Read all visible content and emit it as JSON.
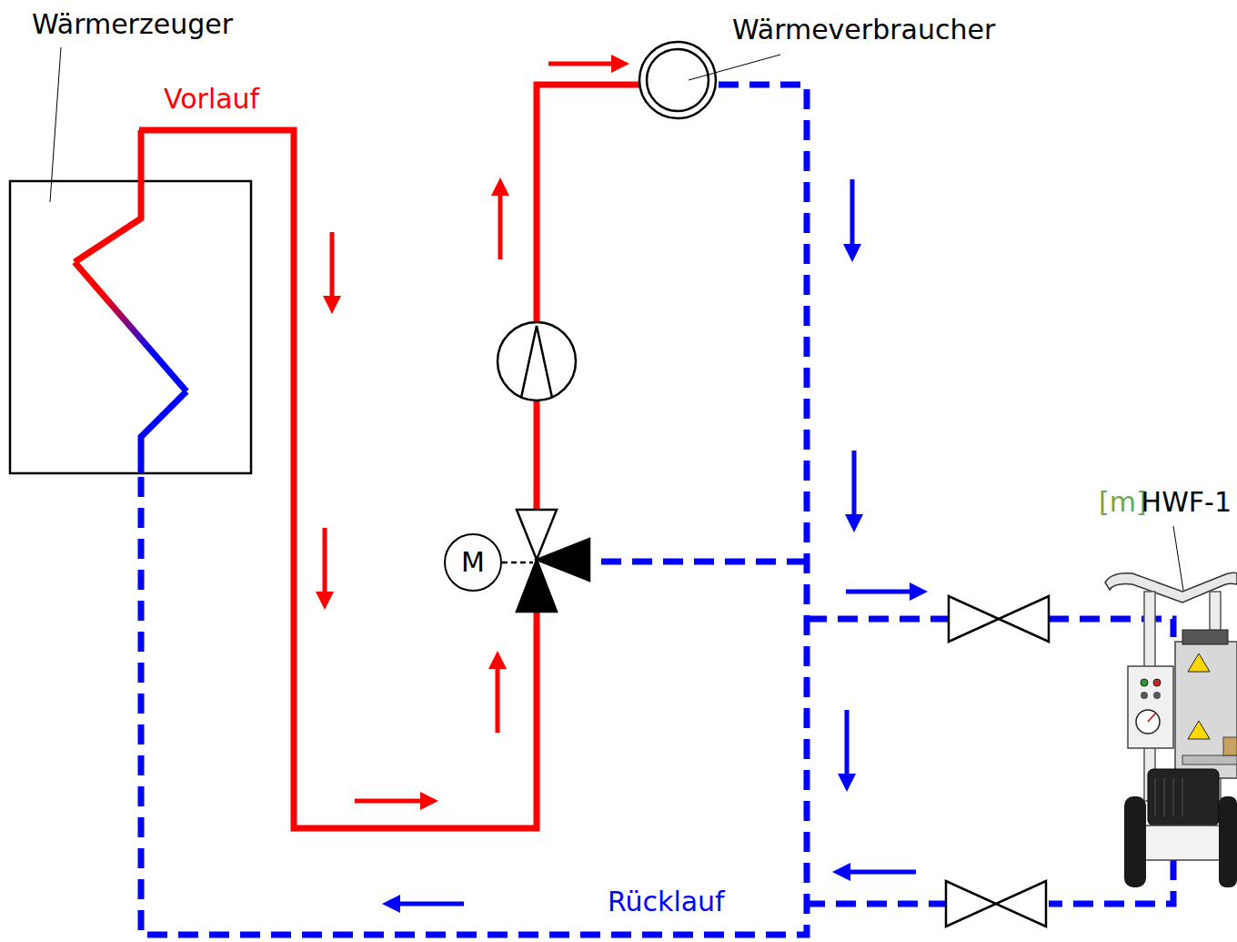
{
  "diagram": {
    "nodes": [
      {
        "text": [
          "M"
        ]
      }
    ],
    "labels": [
      "Wärmerzeuger",
      "Vorlauf",
      "Wärmeverbraucher",
      "Rücklauf",
      "[m]",
      "HWF-1"
    ]
  }
}
